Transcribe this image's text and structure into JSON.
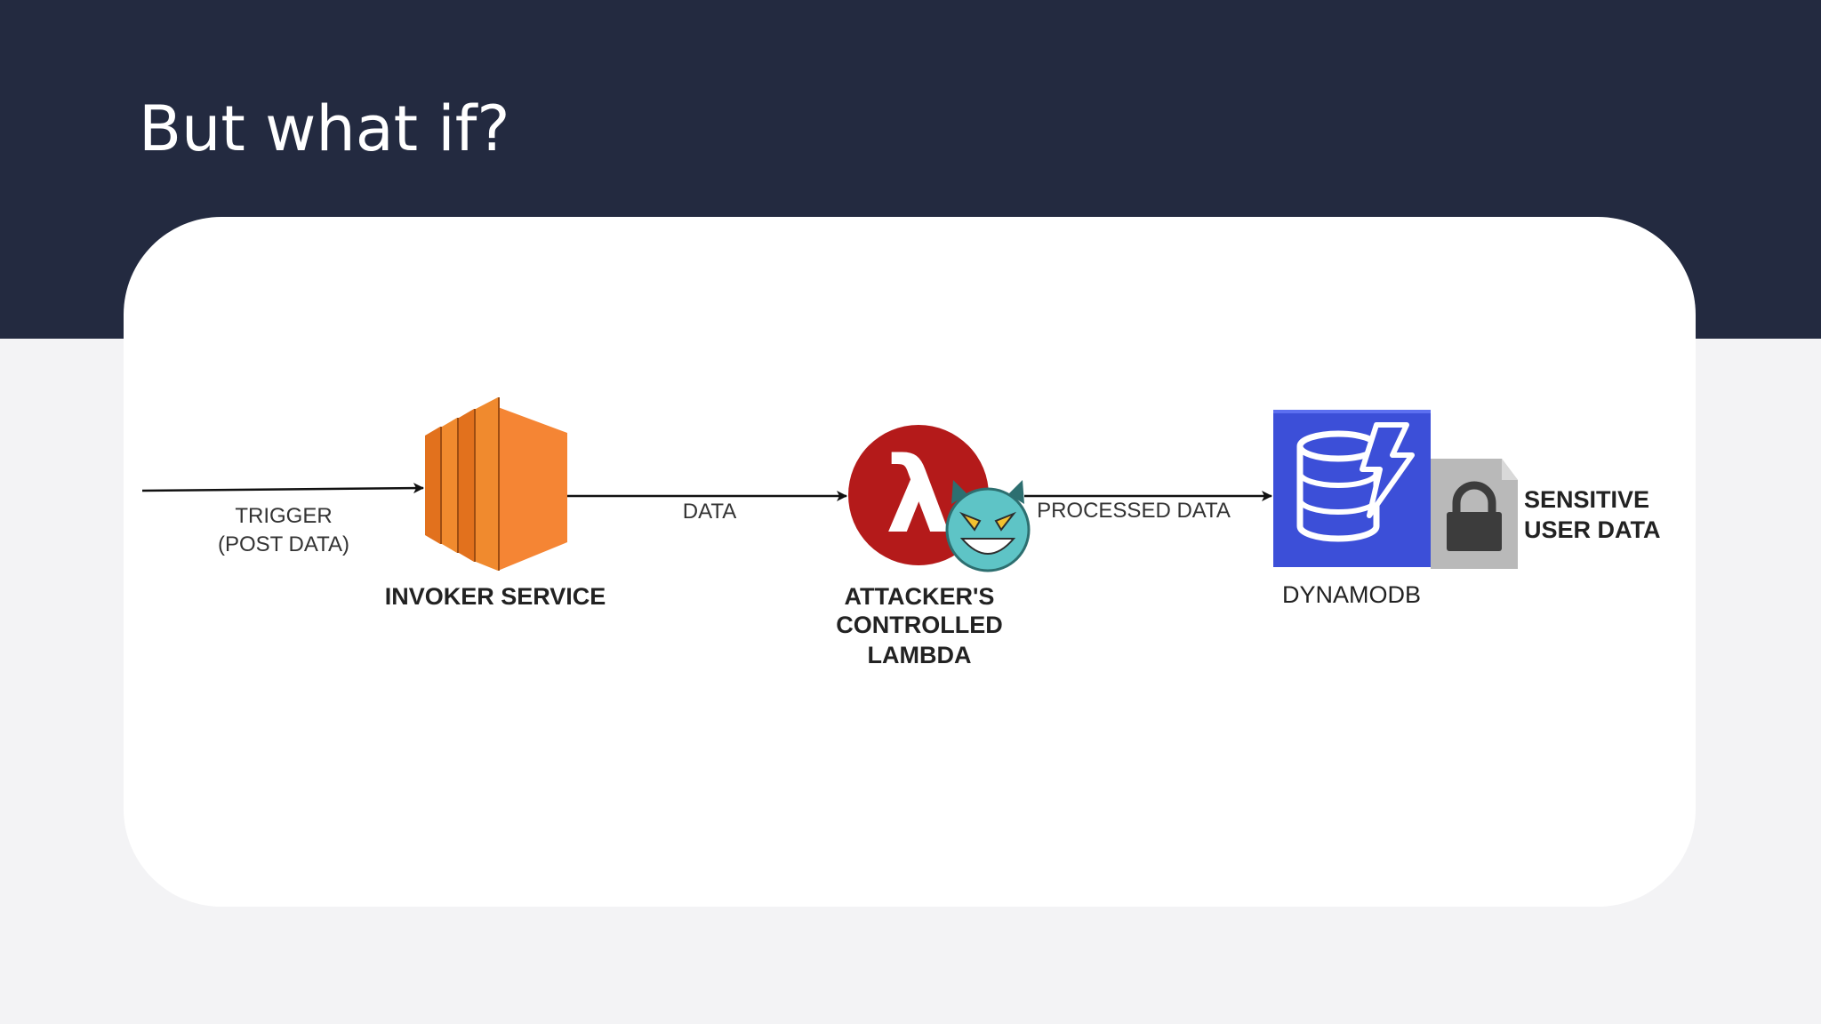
{
  "slide": {
    "title": "But what if?"
  },
  "diagram": {
    "nodes": {
      "invoker": {
        "label": "INVOKER SERVICE",
        "icon": "ec2-compute-icon",
        "color": "#f58534"
      },
      "lambda": {
        "label_lines": [
          "ATTACKER'S",
          "CONTROLLED",
          "LAMBDA"
        ],
        "icon": "lambda-icon",
        "color": "#b41a1a"
      },
      "attacker": {
        "icon": "devil-face-icon",
        "color": "#5ec4c6"
      },
      "dynamodb": {
        "label": "DYNAMODB",
        "icon": "dynamodb-icon",
        "color": "#3c4fd8"
      },
      "sensitive": {
        "label_lines": [
          "SENSITIVE",
          "USER DATA"
        ],
        "icon": "lock-file-icon"
      }
    },
    "edges": {
      "trigger": {
        "label_lines": [
          "TRIGGER",
          "(POST DATA)"
        ]
      },
      "data": {
        "label": "DATA"
      },
      "processed": {
        "label": "PROCESSED DATA"
      }
    }
  },
  "colors": {
    "header_bg": "#232a40",
    "page_bg": "#f3f3f5",
    "card_bg": "#ffffff"
  }
}
